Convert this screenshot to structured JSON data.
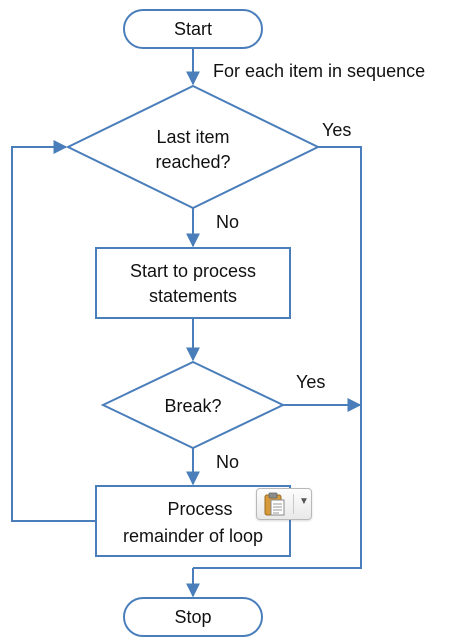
{
  "diagram": {
    "start": "Start",
    "for_each": "For each item in sequence",
    "last_item_line1": "Last item",
    "last_item_line2": "reached?",
    "yes_top": "Yes",
    "no_top": "No",
    "process_line1": "Start to process",
    "process_line2": "statements",
    "break": "Break?",
    "yes_break": "Yes",
    "no_break": "No",
    "remainder_line1": "Process",
    "remainder_line2": "remainder of loop",
    "stop": "Stop"
  },
  "paste_options": {
    "icon": "clipboard-icon",
    "dropdown_icon": "chevron-down-icon"
  },
  "colors": {
    "stroke": "#4a7ebb",
    "text": "#111111",
    "background": "#ffffff"
  }
}
